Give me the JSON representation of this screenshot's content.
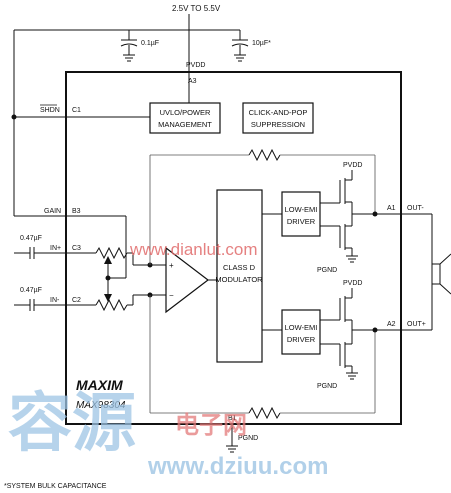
{
  "supply": {
    "voltage": "2.5V TO 5.5V",
    "cap1": "0.1µF",
    "cap2": "10µF*"
  },
  "pins": {
    "pvdd": "PVDD",
    "a3": "A3",
    "shdn": "SHDN",
    "c1": "C1",
    "gain": "GAIN",
    "b3": "B3",
    "in_plus": "IN+",
    "c3": "C3",
    "in_minus": "IN-",
    "c2": "C2",
    "a1": "A1",
    "a2": "A2",
    "out_minus": "OUT-",
    "out_plus": "OUT+",
    "b1": "B1",
    "pgnd": "PGND"
  },
  "input_caps": {
    "top": "0.47µF",
    "bottom": "0.47µF"
  },
  "blocks": {
    "uvlo": [
      "UVLO/POWER",
      "MANAGEMENT"
    ],
    "click_pop": [
      "CLICK-AND-POP",
      "SUPPRESSION"
    ],
    "class_d": [
      "CLASS D",
      "MODULATOR"
    ],
    "driver_top": [
      "LOW-EMI",
      "DRIVER"
    ],
    "driver_bottom": [
      "LOW-EMI",
      "DRIVER"
    ]
  },
  "bridge_labels": {
    "top_pvdd": "PVDD",
    "top_pgnd": "PGND",
    "bottom_pvdd": "PVDD",
    "bottom_pgnd": "PGND"
  },
  "branding": {
    "logo": "MAXIM",
    "part": "MAX98304"
  },
  "footnote": "*SYSTEM BULK CAPACITANCE",
  "watermarks": {
    "url1": "www.dianlut.com",
    "cn_big": "容源",
    "cn_small": "电子网",
    "url2": "www.dziuu.com"
  },
  "colors": {
    "line": "#111111",
    "watermark_blue": "#9ec4e4",
    "watermark_red": "#e37a7a"
  }
}
